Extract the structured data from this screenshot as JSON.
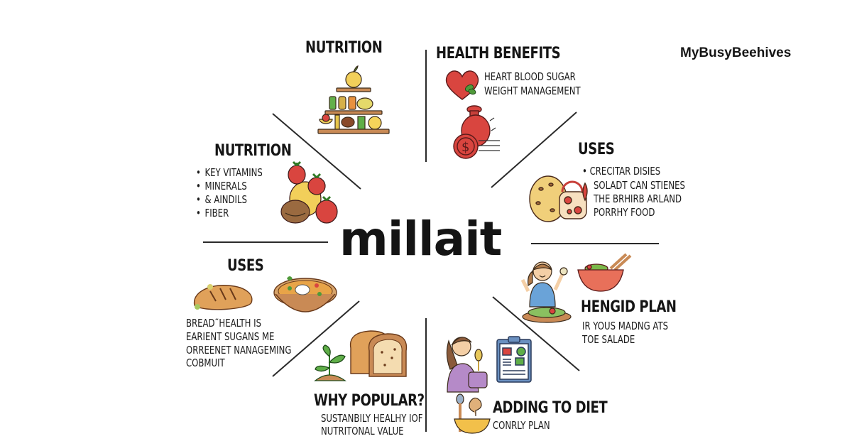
{
  "brand": "MyBusyBeehives",
  "center": {
    "title": "millait"
  },
  "sections": {
    "nutrition_top": {
      "title": "NUTRITION",
      "icon": "food-pyramid-icon"
    },
    "health_benefits": {
      "title": "HEALTH BENEFITS",
      "lines": [
        "HEART BLOOD SUGAR",
        "WEIGHT MANAGEMENT"
      ],
      "icons": [
        "heart-leaf-icon",
        "money-bag-icon"
      ]
    },
    "nutrition_left": {
      "title": "NUTRITION",
      "items": [
        "KEY VITAMINS",
        "MINERALS",
        "& AINDILS",
        "FIBER"
      ],
      "icon": "fruit-basket-icon"
    },
    "uses_right": {
      "title": "USES",
      "bullet": "CRECITAR DISIES",
      "lines": [
        "SOLADT CAN STIENES",
        "THE BRHIRB ARLAND",
        "PORRHY FOOD"
      ],
      "icon": "cookie-jar-icon"
    },
    "uses_left": {
      "title": "USES",
      "lines": [
        "BREAD˜HEALTH IS",
        "EARIENT SUGANS ME",
        "ORREENET NANAGEMING",
        "COBMUIT"
      ],
      "icons": [
        "bread-loaf-icon",
        "soup-bowl-icon"
      ]
    },
    "meal_plan": {
      "title": "HENGID PLAN",
      "lines": [
        "IR YOUS MADNG ATS",
        "TOE SALADE"
      ],
      "icons": [
        "woman-salad-icon",
        "salad-bowl-icon"
      ]
    },
    "why_popular": {
      "title": "WHY POPULAR?",
      "lines": [
        "SUSTANBILY HEALHY IOF",
        "NUTRITONAL VALUE"
      ],
      "icons": [
        "sprout-icon",
        "bread-slice-icon"
      ]
    },
    "adding_to_diet": {
      "title": "ADDING TO DIET",
      "lines": [
        "CONRLY PLAN"
      ],
      "icons": [
        "woman-grain-icon",
        "clipboard-icon",
        "mixing-bowl-icon"
      ]
    }
  },
  "colors": {
    "text": "#151515",
    "line": "#2a2a2a",
    "red": "#d9453f",
    "wood": "#c98a55",
    "leaf": "#4f9a3a",
    "yellow": "#f2cf5a"
  }
}
